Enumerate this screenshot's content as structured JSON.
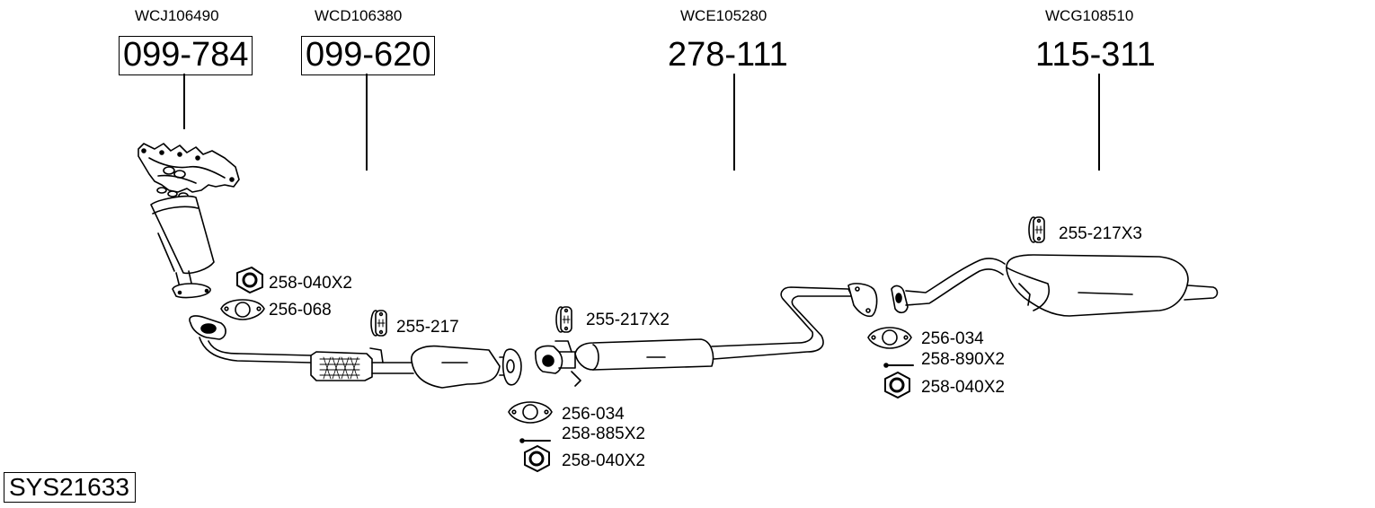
{
  "diagram_id": "SYS21633",
  "main_parts": [
    {
      "code": "WCJ106490",
      "part_number": "099-784",
      "boxed": true,
      "depicts": "exhaust manifold with catalytic converter"
    },
    {
      "code": "WCD106380",
      "part_number": "099-620",
      "boxed": true,
      "depicts": "front pipe with flex section and catalytic converter"
    },
    {
      "code": "WCE105280",
      "part_number": "278-111",
      "boxed": false,
      "depicts": "middle silencer with pipe"
    },
    {
      "code": "WCG108510",
      "part_number": "115-311",
      "boxed": false,
      "depicts": "rear silencer"
    }
  ],
  "accessories": {
    "group1": [
      {
        "label": "258-040X2",
        "icon": "hex-nut-icon"
      },
      {
        "label": "256-068",
        "icon": "gasket-icon"
      }
    ],
    "hanger1": {
      "label": "255-217",
      "icon": "rubber-hanger-icon"
    },
    "hanger2": {
      "label": "255-217X2",
      "icon": "rubber-hanger-icon"
    },
    "group2": [
      {
        "label": "256-034",
        "icon": "gasket-icon"
      },
      {
        "label": "258-885X2",
        "icon": "bolt-icon"
      },
      {
        "label": "258-040X2",
        "icon": "hex-nut-icon"
      }
    ],
    "group3": [
      {
        "label": "256-034",
        "icon": "gasket-icon"
      },
      {
        "label": "258-890X2",
        "icon": "bolt-icon"
      },
      {
        "label": "258-040X2",
        "icon": "hex-nut-icon"
      }
    ],
    "hanger3": {
      "label": "255-217X3",
      "icon": "rubber-hanger-icon"
    }
  }
}
